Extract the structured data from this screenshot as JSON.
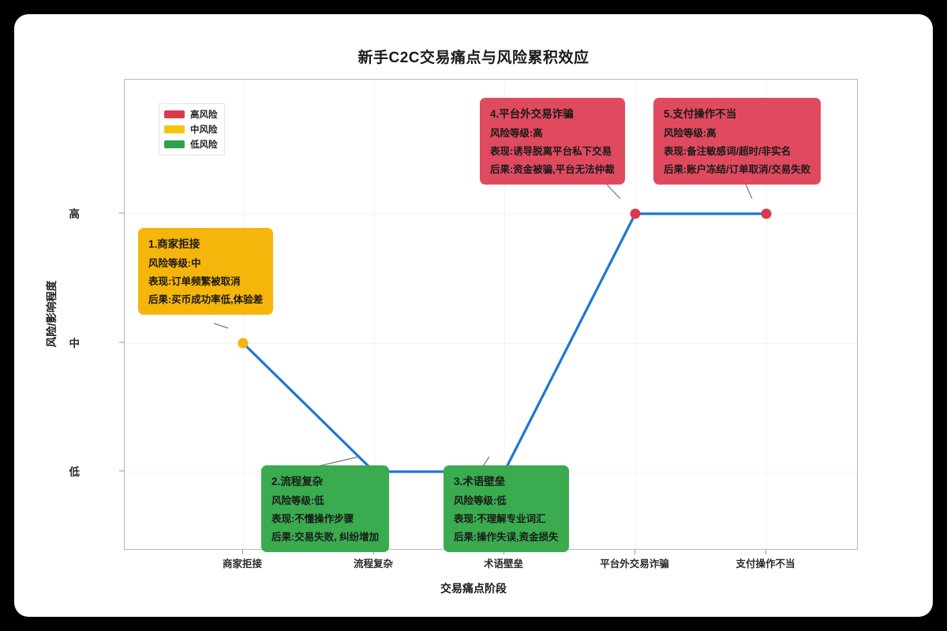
{
  "chart_data": {
    "type": "line",
    "title": "新手C2C交易痛点与风险累积效应",
    "xlabel": "交易痛点阶段",
    "ylabel": "风险/影响程度",
    "categories": [
      "商家拒接",
      "流程复杂",
      "术语壁垒",
      "平台外交易诈骗",
      "支付操作不当"
    ],
    "ytick_labels": [
      "低",
      "中",
      "高"
    ],
    "ylim": [
      0,
      4
    ],
    "yticks": [
      1,
      2,
      3
    ],
    "values": [
      2,
      1,
      1,
      3,
      3
    ],
    "value_labels": [
      "中",
      "低",
      "低",
      "高",
      "高"
    ],
    "point_colors": [
      "#f5b50a",
      "#2ea14b",
      "#2ea14b",
      "#d93a4e",
      "#d93a4e"
    ],
    "line_color": "#1f77d0",
    "grid": true,
    "legend_position": "upper-left",
    "legend": [
      {
        "label": "高风险",
        "color": "#d93a4e"
      },
      {
        "label": "中风险",
        "color": "#f5c40a"
      },
      {
        "label": "低风险",
        "color": "#2ea14b"
      }
    ],
    "annotations": [
      {
        "id": "1",
        "title": "1.商家拒接",
        "level_line": "风险等级:中",
        "symptom_line": "表现:订单频繁被取消",
        "consequence_line": "后果:买币成功率低,体验差",
        "color": "#f5b50a"
      },
      {
        "id": "2",
        "title": "2.流程复杂",
        "level_line": "风险等级:低",
        "symptom_line": "表现:不懂操作步骤",
        "consequence_line": "后果:交易失败, 纠纷增加",
        "color": "#3aab4f"
      },
      {
        "id": "3",
        "title": "3.术语壁垒",
        "level_line": "风险等级:低",
        "symptom_line": "表现:不理解专业词汇",
        "consequence_line": "后果:操作失误,资金损失",
        "color": "#3aab4f"
      },
      {
        "id": "4",
        "title": "4.平台外交易诈骗",
        "level_line": "风险等级:高",
        "symptom_line": "表现:诱导脱离平台私下交易",
        "consequence_line": "后果:资金被骗,平台无法仲裁",
        "color": "#e04a5f"
      },
      {
        "id": "5",
        "title": "5.支付操作不当",
        "level_line": "风险等级:高",
        "symptom_line": "表现:备注敏感词/超时/非实名",
        "consequence_line": "后果:账户冻结/订单取消/交易失败",
        "color": "#e04a5f"
      }
    ]
  }
}
